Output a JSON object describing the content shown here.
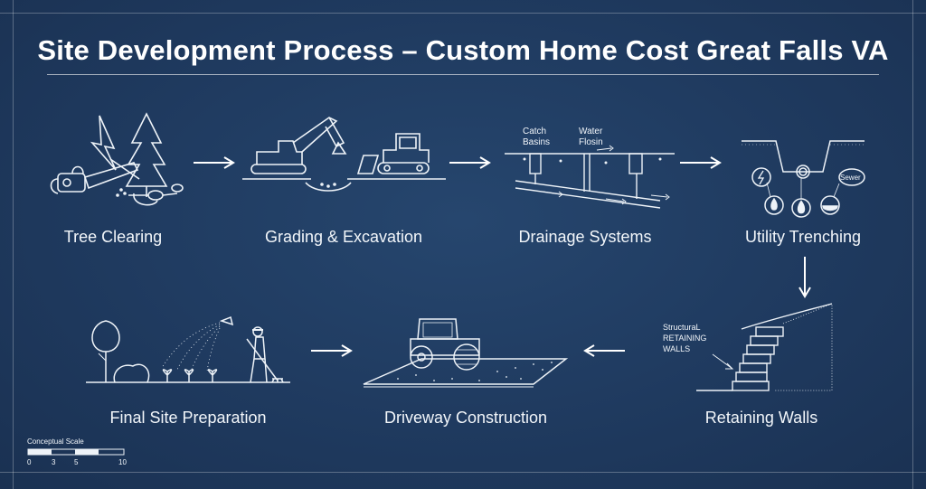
{
  "title": "Site Development Process – Custom Home Cost Great Falls VA",
  "steps": [
    {
      "label": "Tree Clearing",
      "icon": "chainsaw-tree-icon"
    },
    {
      "label": "Grading & Excavation",
      "icon": "excavator-bulldozer-icon"
    },
    {
      "label": "Drainage Systems",
      "icon": "drainage-pipe-icon"
    },
    {
      "label": "Utility Trenching",
      "icon": "utility-trench-icon"
    },
    {
      "label": "Retaining Walls",
      "icon": "retaining-wall-icon"
    },
    {
      "label": "Driveway Construction",
      "icon": "road-roller-icon"
    },
    {
      "label": "Final Site Preparation",
      "icon": "landscaping-worker-icon"
    }
  ],
  "drainage": {
    "catch_basins": "Catch\nBasins",
    "water_flow": "Water\nFlosin"
  },
  "utility": {
    "sewer": "Sewer"
  },
  "retaining": {
    "note": "StructuraL\nRETAINING\nWALLS"
  },
  "scale": {
    "title": "Conceptual Scale",
    "ticks": [
      "0",
      "3",
      "5",
      "10"
    ]
  },
  "colors": {
    "background": "#1f3a5f",
    "line": "#eef3f8"
  }
}
